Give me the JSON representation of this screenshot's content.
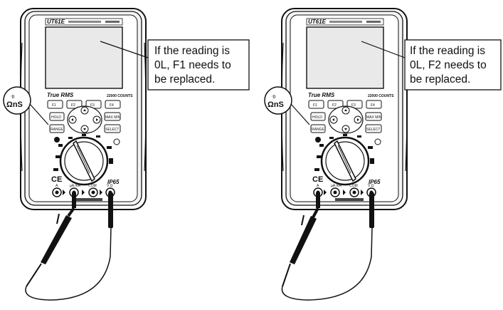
{
  "meters": [
    {
      "model": "UT61E",
      "true_rms": "True RMS",
      "counts": "22000 COUNTS",
      "ip_rating": "IP65",
      "ce_mark": "CE",
      "fn_buttons": [
        "F1",
        "F2",
        "F3",
        "F4"
      ],
      "hold": "HOLD",
      "max_min": "MAX MIN",
      "range": "RANGE",
      "select": "SELECT",
      "jacks": {
        "a": "A",
        "ma": "µA mA",
        "com": "COM",
        "v": "V Ω"
      },
      "continuity_symbol": "·))",
      "continuity_label": "ΩnS",
      "callout": [
        "If the reading is",
        "0L, F1 needs to",
        "be replaced."
      ]
    },
    {
      "model": "UT61E",
      "true_rms": "True RMS",
      "counts": "22000 COUNTS",
      "ip_rating": "IP65",
      "ce_mark": "CE",
      "fn_buttons": [
        "F1",
        "F2",
        "F3",
        "F4"
      ],
      "hold": "HOLD",
      "max_min": "MAX MIN",
      "range": "RANGE",
      "select": "SELECT",
      "jacks": {
        "a": "A",
        "ma": "µA mA",
        "com": "COM",
        "v": "V Ω"
      },
      "continuity_symbol": "·))",
      "continuity_label": "ΩnS",
      "callout": [
        "If the reading is",
        "0L, F2 needs to",
        "be replaced."
      ]
    }
  ]
}
